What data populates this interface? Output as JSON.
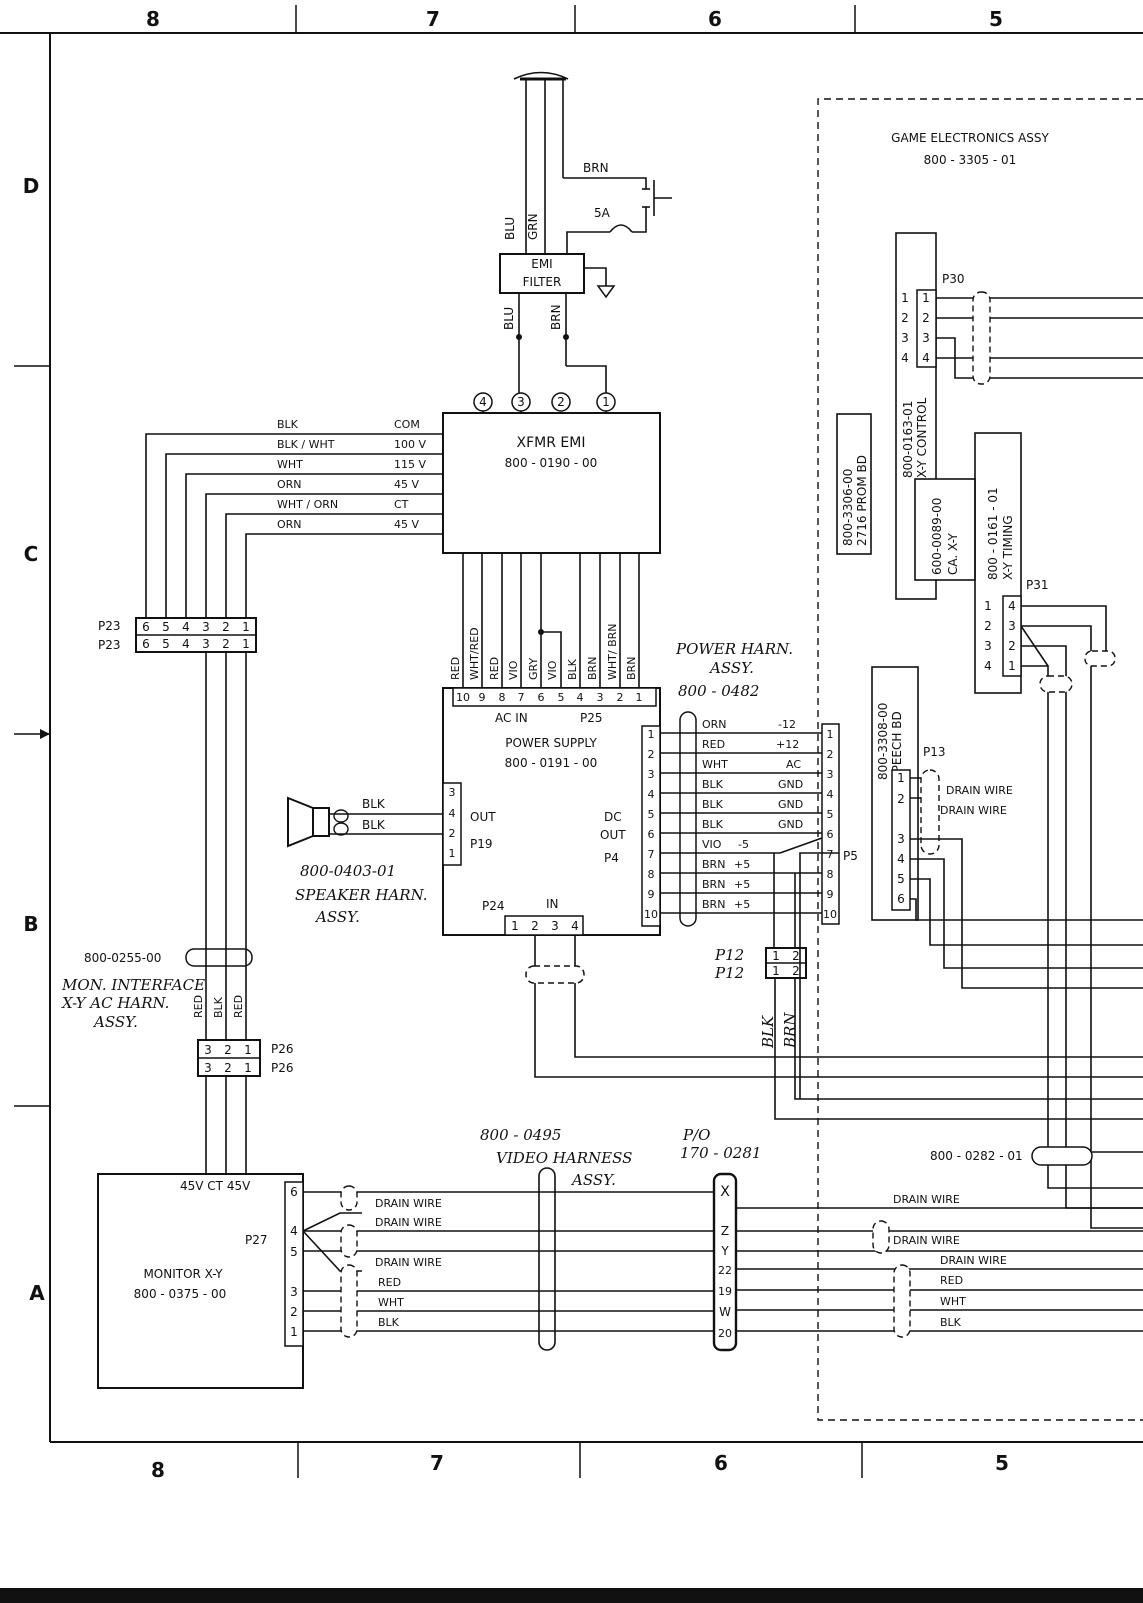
{
  "zones": {
    "columns_top": [
      "8",
      "7",
      "6",
      "5"
    ],
    "columns_bottom": [
      "8",
      "7",
      "6",
      "5"
    ],
    "rows": [
      "D",
      "C",
      "B",
      "A"
    ]
  },
  "game_electronics": {
    "title": "GAME ELECTRONICS ASSY",
    "part": "800 - 3305 - 01"
  },
  "ac_input": {
    "wires": [
      "BRN",
      "BLU",
      "GRN",
      "BLU",
      "BRN"
    ],
    "fuse": "5A",
    "filter": [
      "EMI",
      "FILTER"
    ]
  },
  "xfmr": {
    "title": "XFMR EMI",
    "part": "800 - 0190 - 00",
    "pins_top": [
      "4",
      "3",
      "2",
      "1"
    ],
    "taps": [
      {
        "wire": "BLK",
        "tap": "COM"
      },
      {
        "wire": "BLK / WHT",
        "tap": "100 V"
      },
      {
        "wire": "WHT",
        "tap": "115 V"
      },
      {
        "wire": "ORN",
        "tap": "45 V"
      },
      {
        "wire": "WHT / ORN",
        "tap": "CT"
      },
      {
        "wire": "ORN",
        "tap": "45 V"
      }
    ],
    "out_wires": [
      "RED",
      "WHT/RED",
      "RED",
      "VIO",
      "GRY",
      "VIO",
      "BLK",
      "BRN",
      "WHT/ BRN",
      "BRN"
    ]
  },
  "p23": {
    "label": "P23",
    "pins": [
      "6",
      "5",
      "4",
      "3",
      "2",
      "1"
    ]
  },
  "power_supply": {
    "title": "POWER SUPPLY",
    "part": "800 - 0191 - 00",
    "ac_in": "AC IN",
    "p25": "P25",
    "p25_pins": [
      "10",
      "9",
      "8",
      "7",
      "6",
      "5",
      "4",
      "3",
      "2",
      "1"
    ],
    "out": "OUT",
    "p19": "P19",
    "p19_pins": [
      "3",
      "4",
      "2",
      "1"
    ],
    "dc_out": [
      "DC",
      "OUT",
      "P4"
    ],
    "p24": "P24",
    "p24_in": "IN",
    "p24_pins": [
      "1",
      "2",
      "3",
      "4"
    ],
    "p4_pins": [
      "1",
      "2",
      "3",
      "4",
      "5",
      "6",
      "7",
      "8",
      "9",
      "10"
    ]
  },
  "power_harness": {
    "title": [
      "POWER HARN.",
      "ASSY.",
      "800 - 0482"
    ],
    "wires": [
      {
        "color": "ORN",
        "signal": "-12"
      },
      {
        "color": "RED",
        "signal": "+12"
      },
      {
        "color": "WHT",
        "signal": "AC"
      },
      {
        "color": "BLK",
        "signal": "GND"
      },
      {
        "color": "BLK",
        "signal": "GND"
      },
      {
        "color": "BLK",
        "signal": "GND"
      },
      {
        "color": "VIO",
        "signal": "-5"
      },
      {
        "color": "BRN",
        "signal": "+5"
      },
      {
        "color": "BRN",
        "signal": "+5"
      },
      {
        "color": "BRN",
        "signal": "+5"
      }
    ],
    "p5": "P5",
    "p5_pins": [
      "1",
      "2",
      "3",
      "4",
      "5",
      "6",
      "7",
      "8",
      "9",
      "10"
    ]
  },
  "speaker": {
    "wires": [
      "BLK",
      "BLK"
    ],
    "title": [
      "800-0403-01",
      "SPEAKER HARN.",
      "ASSY."
    ]
  },
  "boards": {
    "prom": [
      "800-3306-00",
      "2716 PROM BD"
    ],
    "xy_control": [
      "800-0163-01",
      "X-Y CONTROL"
    ],
    "ca_xy": [
      "600-0089-00",
      "CA. X-Y"
    ],
    "xy_timing": [
      "800 - 0161 - 01",
      "X-Y TIMING"
    ],
    "speech": [
      "800-3308-00",
      "SPEECH BD"
    ]
  },
  "p30": {
    "label": "P30",
    "pins": [
      "1",
      "2",
      "3",
      "4"
    ]
  },
  "p31": {
    "label": "P31",
    "left_pins": [
      "1",
      "2",
      "3",
      "4"
    ],
    "right_pins": [
      "4",
      "3",
      "2",
      "1"
    ]
  },
  "p13": {
    "label": "P13",
    "pins": [
      "1",
      "2",
      "3",
      "4",
      "5",
      "6"
    ],
    "drain": [
      "DRAIN WIRE",
      "DRAIN WIRE"
    ]
  },
  "p12": {
    "labels": [
      "P12",
      "P12"
    ],
    "pins": [
      "1",
      "2"
    ],
    "wires": [
      "BLK",
      "BRN"
    ]
  },
  "mon_ac_harness": {
    "part": "800-0255-00",
    "title": [
      "MON. INTERFACE",
      "X-Y AC HARN.",
      "ASSY."
    ],
    "wires": [
      "RED",
      "BLK",
      "RED"
    ]
  },
  "p26": {
    "label": "P26",
    "pins": [
      "3",
      "2",
      "1"
    ]
  },
  "monitor": {
    "title": "MONITOR X-Y",
    "part": "800 - 0375 - 00",
    "ac_labels": "45V CT 45V",
    "p27": "P27",
    "pins": [
      "6",
      "4",
      "5",
      "3",
      "2",
      "1"
    ]
  },
  "video_harness": {
    "title": [
      "800 - 0495",
      "VIDEO HARNESS",
      "ASSY."
    ],
    "left_wires": [
      "DRAIN WIRE",
      "DRAIN WIRE",
      "DRAIN WIRE",
      "RED",
      "WHT",
      "BLK"
    ],
    "po": [
      "P/O",
      "170 - 0281"
    ],
    "conn_pins": [
      "X",
      "Z",
      "Y",
      "22",
      "19",
      "W",
      "20"
    ],
    "right_wires": [
      "DRAIN WIRE",
      "DRAIN WIRE",
      "DRAIN WIRE",
      "RED",
      "WHT",
      "BLK"
    ],
    "cable": "800 - 0282 - 01"
  }
}
